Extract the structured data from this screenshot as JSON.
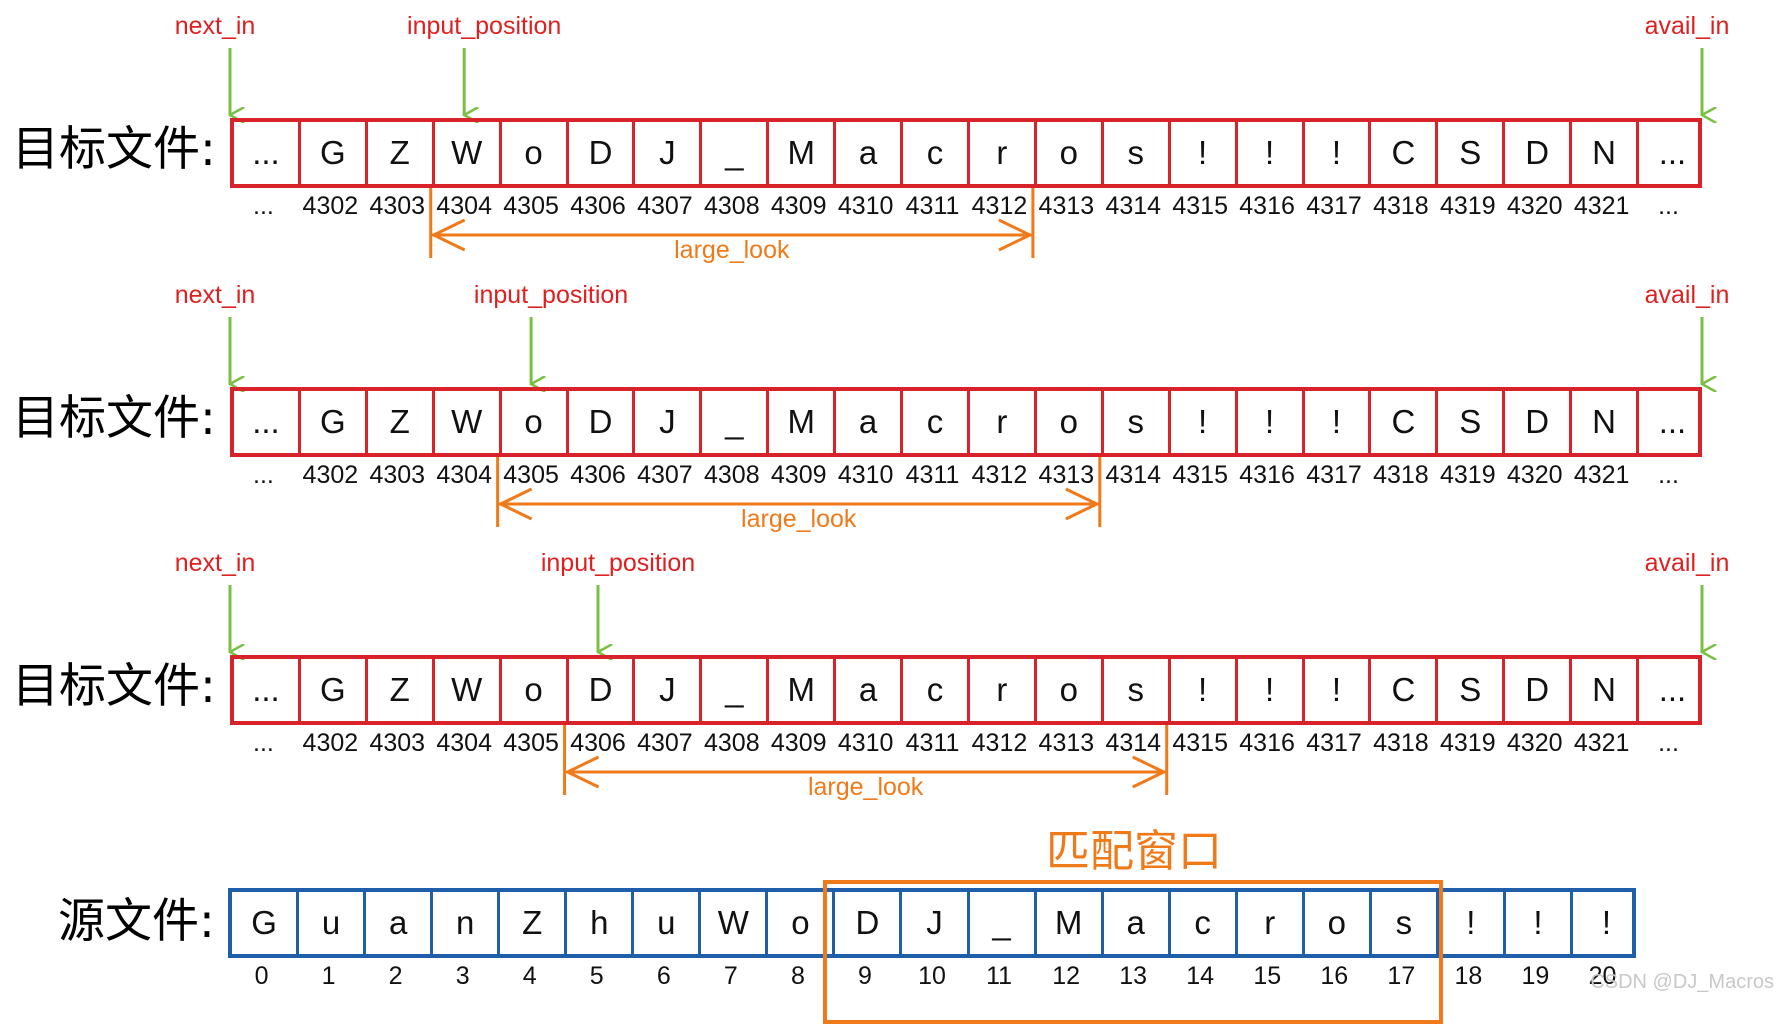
{
  "labels": {
    "target_file": "目标文件:",
    "source_file": "源文件:",
    "next_in": "next_in",
    "input_position": "input_position",
    "avail_in": "avail_in",
    "large_look": "large_look",
    "match_window": "匹配窗口",
    "watermark": "CSDN @DJ_Macros"
  },
  "colors": {
    "target_border": "#d9232a",
    "source_border": "#1f5ea8",
    "pointer_label": "#e02020",
    "pointer_arrow": "#7ac143",
    "highlight": "#f07a1a"
  },
  "target_rows": [
    {
      "cells": [
        "...",
        "G",
        "Z",
        "W",
        "o",
        "D",
        "J",
        "_",
        "M",
        "a",
        "c",
        "r",
        "o",
        "s",
        "!",
        "!",
        "!",
        "C",
        "S",
        "D",
        "N",
        "..."
      ],
      "indices": [
        "...",
        "4302",
        "4303",
        "4304",
        "4305",
        "4306",
        "4307",
        "4308",
        "4309",
        "4310",
        "4311",
        "4312",
        "4313",
        "4314",
        "4315",
        "4316",
        "4317",
        "4318",
        "4319",
        "4320",
        "4321",
        "..."
      ],
      "input_position_index": 4304,
      "large_look_range": [
        4304,
        4312
      ]
    },
    {
      "cells": [
        "...",
        "G",
        "Z",
        "W",
        "o",
        "D",
        "J",
        "_",
        "M",
        "a",
        "c",
        "r",
        "o",
        "s",
        "!",
        "!",
        "!",
        "C",
        "S",
        "D",
        "N",
        "..."
      ],
      "indices": [
        "...",
        "4302",
        "4303",
        "4304",
        "4305",
        "4306",
        "4307",
        "4308",
        "4309",
        "4310",
        "4311",
        "4312",
        "4313",
        "4314",
        "4315",
        "4316",
        "4317",
        "4318",
        "4319",
        "4320",
        "4321",
        "..."
      ],
      "input_position_index": 4305,
      "large_look_range": [
        4305,
        4313
      ]
    },
    {
      "cells": [
        "...",
        "G",
        "Z",
        "W",
        "o",
        "D",
        "J",
        "_",
        "M",
        "a",
        "c",
        "r",
        "o",
        "s",
        "!",
        "!",
        "!",
        "C",
        "S",
        "D",
        "N",
        "..."
      ],
      "indices": [
        "...",
        "4302",
        "4303",
        "4304",
        "4305",
        "4306",
        "4307",
        "4308",
        "4309",
        "4310",
        "4311",
        "4312",
        "4313",
        "4314",
        "4315",
        "4316",
        "4317",
        "4318",
        "4319",
        "4320",
        "4321",
        "..."
      ],
      "input_position_index": 4306,
      "large_look_range": [
        4306,
        4314
      ]
    }
  ],
  "source_row": {
    "cells": [
      "G",
      "u",
      "a",
      "n",
      "Z",
      "h",
      "u",
      "W",
      "o",
      "D",
      "J",
      "_",
      "M",
      "a",
      "c",
      "r",
      "o",
      "s",
      "!",
      "!",
      "!"
    ],
    "indices": [
      "0",
      "1",
      "2",
      "3",
      "4",
      "5",
      "6",
      "7",
      "8",
      "9",
      "10",
      "11",
      "12",
      "13",
      "14",
      "15",
      "16",
      "17",
      "18",
      "19",
      "20"
    ],
    "match_window_range": [
      9,
      17
    ]
  }
}
